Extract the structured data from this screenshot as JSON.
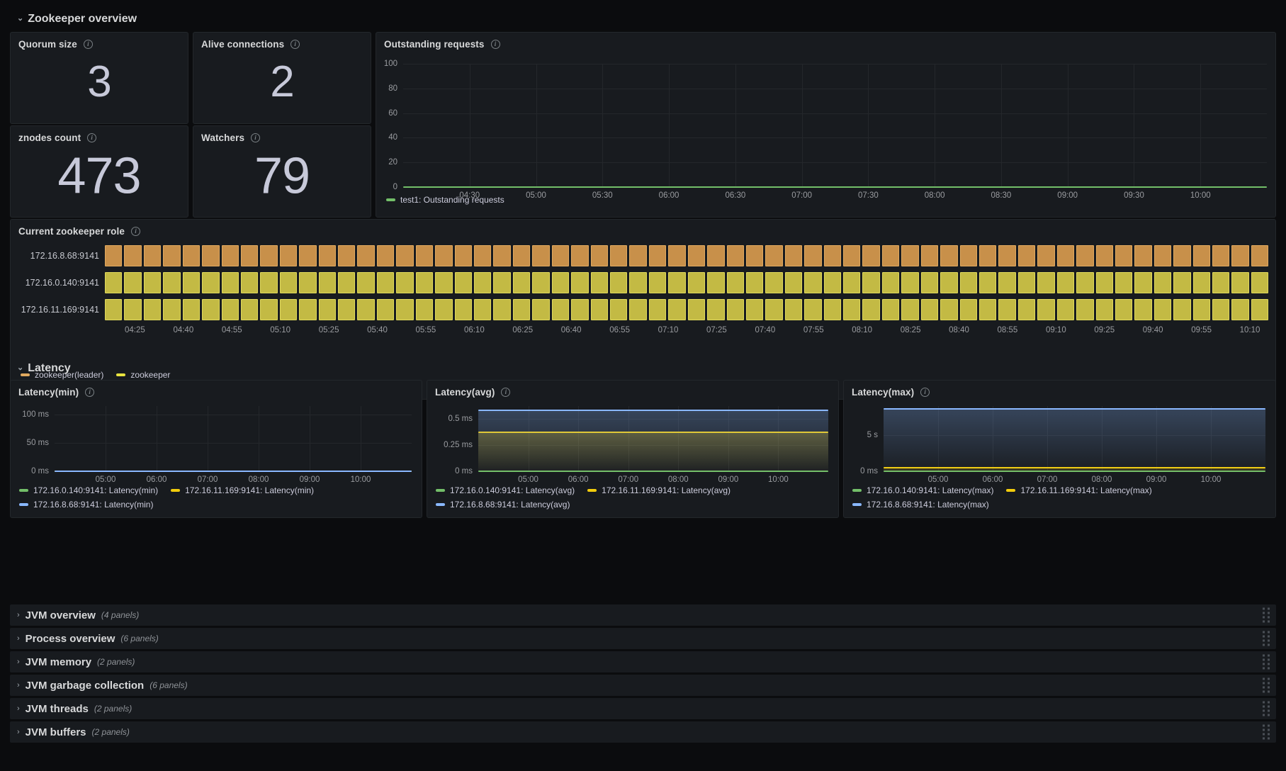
{
  "rows": {
    "zookeeper_overview": "Zookeeper overview",
    "latency": "Latency"
  },
  "stats": [
    {
      "title": "Quorum size",
      "value": "3"
    },
    {
      "title": "Alive connections",
      "value": "2"
    },
    {
      "title": "znodes count",
      "value": "473"
    },
    {
      "title": "Watchers",
      "value": "79"
    }
  ],
  "outstanding": {
    "title": "Outstanding requests",
    "legend": [
      {
        "label": "test1: Outstanding requests",
        "color": "#73bf69"
      }
    ]
  },
  "zk_role": {
    "title": "Current zookeeper role",
    "rows": [
      {
        "label": "172.16.8.68:9141",
        "state": "zookeeper(leader)",
        "color": "#c8904a",
        "border": "#e0a95f"
      },
      {
        "label": "172.16.0.140:9141",
        "state": "zookeeper",
        "color": "#c3ba44",
        "border": "#e0d95c"
      },
      {
        "label": "172.16.11.169:9141",
        "state": "zookeeper",
        "color": "#c3ba44",
        "border": "#e0d95c"
      }
    ],
    "legend": [
      {
        "label": "zookeeper(leader)",
        "color": "#e0a95f"
      },
      {
        "label": "zookeeper",
        "color": "#e8e33f"
      }
    ]
  },
  "latency_panels": [
    {
      "title": "Latency(min)",
      "legend": [
        {
          "label": "172.16.0.140:9141: Latency(min)",
          "color": "#73bf69"
        },
        {
          "label": "172.16.11.169:9141: Latency(min)",
          "color": "#f2cc0c"
        },
        {
          "label": "172.16.8.68:9141: Latency(min)",
          "color": "#8ab8ff"
        }
      ]
    },
    {
      "title": "Latency(avg)",
      "legend": [
        {
          "label": "172.16.0.140:9141: Latency(avg)",
          "color": "#73bf69"
        },
        {
          "label": "172.16.11.169:9141: Latency(avg)",
          "color": "#f2cc0c"
        },
        {
          "label": "172.16.8.68:9141: Latency(avg)",
          "color": "#8ab8ff"
        }
      ]
    },
    {
      "title": "Latency(max)",
      "legend": [
        {
          "label": "172.16.0.140:9141: Latency(max)",
          "color": "#73bf69"
        },
        {
          "label": "172.16.11.169:9141: Latency(max)",
          "color": "#f2cc0c"
        },
        {
          "label": "172.16.8.68:9141: Latency(max)",
          "color": "#8ab8ff"
        }
      ]
    }
  ],
  "collapsed_rows": [
    {
      "title": "JVM overview",
      "count": "(4 panels)"
    },
    {
      "title": "Process overview",
      "count": "(6 panels)"
    },
    {
      "title": "JVM memory",
      "count": "(2 panels)"
    },
    {
      "title": "JVM garbage collection",
      "count": "(6 panels)"
    },
    {
      "title": "JVM threads",
      "count": "(2 panels)"
    },
    {
      "title": "JVM buffers",
      "count": "(2 panels)"
    }
  ],
  "icons": {
    "chevron_down": "⌄",
    "chevron_right": "›",
    "info": "i"
  },
  "chart_data": [
    {
      "type": "line",
      "title": "Outstanding requests",
      "xlabel": "",
      "ylabel": "",
      "ylim": [
        0,
        100
      ],
      "yticks": [
        0,
        20,
        40,
        60,
        80,
        100
      ],
      "xticks": [
        "04:30",
        "05:00",
        "05:30",
        "06:00",
        "06:30",
        "07:00",
        "07:30",
        "08:00",
        "08:30",
        "09:00",
        "09:30",
        "10:00"
      ],
      "grid": true,
      "legend_position": "bottom",
      "series": [
        {
          "name": "test1: Outstanding requests",
          "color": "#73bf69",
          "constant_value": 0
        }
      ]
    },
    {
      "type": "heatmap",
      "title": "Current zookeeper role",
      "ylabel": "",
      "categories": [
        "172.16.8.68:9141",
        "172.16.0.140:9141",
        "172.16.11.169:9141"
      ],
      "xticks": [
        "04:25",
        "04:40",
        "04:55",
        "05:10",
        "05:25",
        "05:40",
        "05:55",
        "06:10",
        "06:25",
        "06:40",
        "06:55",
        "07:10",
        "07:25",
        "07:40",
        "07:55",
        "08:10",
        "08:25",
        "08:40",
        "08:55",
        "09:10",
        "09:25",
        "09:40",
        "09:55",
        "10:10"
      ],
      "states": [
        "zookeeper(leader)",
        "zookeeper"
      ],
      "series": [
        {
          "name": "172.16.8.68:9141",
          "state": "zookeeper(leader)"
        },
        {
          "name": "172.16.0.140:9141",
          "state": "zookeeper"
        },
        {
          "name": "172.16.11.169:9141",
          "state": "zookeeper"
        }
      ],
      "legend_position": "bottom"
    },
    {
      "type": "line",
      "title": "Latency(min)",
      "ylim": [
        0,
        115
      ],
      "yticks": [
        "0 ms",
        "50 ms",
        "100 ms"
      ],
      "ytick_values": [
        0,
        50,
        100
      ],
      "xticks": [
        "05:00",
        "06:00",
        "07:00",
        "08:00",
        "09:00",
        "10:00"
      ],
      "grid": true,
      "legend_position": "bottom",
      "series": [
        {
          "name": "172.16.0.140:9141: Latency(min)",
          "color": "#73bf69",
          "constant_value": 0
        },
        {
          "name": "172.16.11.169:9141: Latency(min)",
          "color": "#f2cc0c",
          "constant_value": 0
        },
        {
          "name": "172.16.8.68:9141: Latency(min)",
          "color": "#8ab8ff",
          "constant_value": 0
        }
      ]
    },
    {
      "type": "area",
      "title": "Latency(avg)",
      "ylim": [
        0,
        0.62
      ],
      "yticks": [
        "0 ms",
        "0.25 ms",
        "0.5 ms"
      ],
      "ytick_values": [
        0,
        0.25,
        0.5
      ],
      "xticks": [
        "05:00",
        "06:00",
        "07:00",
        "08:00",
        "09:00",
        "10:00"
      ],
      "grid": true,
      "legend_position": "bottom",
      "series": [
        {
          "name": "172.16.0.140:9141: Latency(avg)",
          "color": "#73bf69",
          "constant_value": 0
        },
        {
          "name": "172.16.11.169:9141: Latency(avg)",
          "color": "#f2cc0c",
          "constant_value": 0.37
        },
        {
          "name": "172.16.8.68:9141: Latency(avg)",
          "color": "#8ab8ff",
          "constant_value": 0.58
        }
      ]
    },
    {
      "type": "area",
      "title": "Latency(max)",
      "ylim": [
        0,
        9
      ],
      "yticks": [
        "0 ms",
        "5 s"
      ],
      "ytick_values": [
        0,
        5
      ],
      "xticks": [
        "05:00",
        "06:00",
        "07:00",
        "08:00",
        "09:00",
        "10:00"
      ],
      "grid": true,
      "legend_position": "bottom",
      "series": [
        {
          "name": "172.16.0.140:9141: Latency(max)",
          "color": "#73bf69",
          "constant_value": 0
        },
        {
          "name": "172.16.11.169:9141: Latency(max)",
          "color": "#f2cc0c",
          "constant_value": 0.45
        },
        {
          "name": "172.16.8.68:9141: Latency(max)",
          "color": "#8ab8ff",
          "constant_value": 8.6
        }
      ]
    }
  ]
}
